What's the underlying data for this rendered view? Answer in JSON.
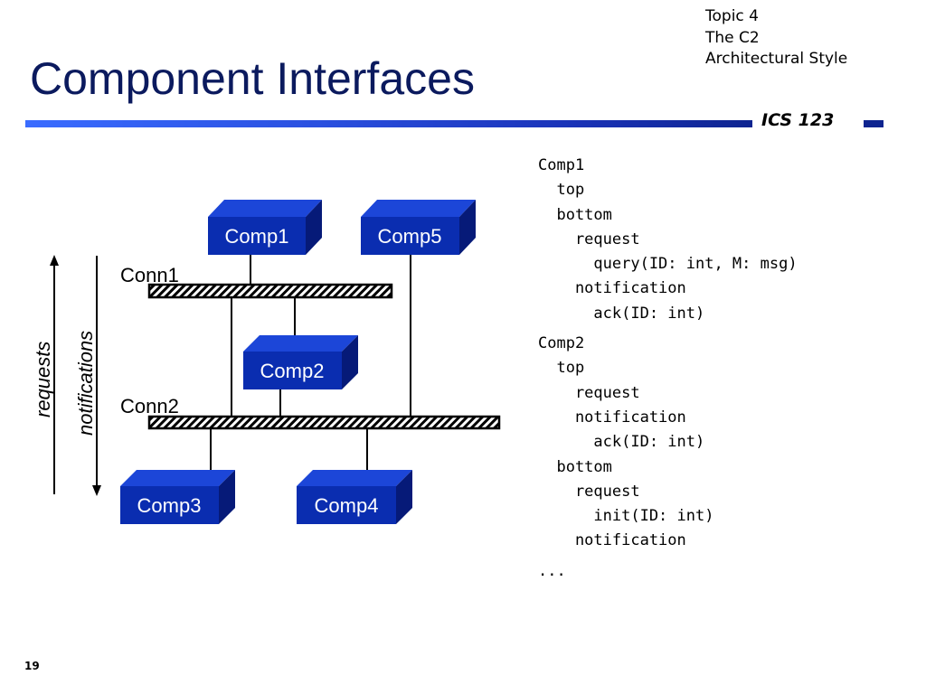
{
  "header": {
    "topic_lines": [
      "Topic 4",
      "The C2",
      "Architectural Style"
    ],
    "title": "Component Interfaces",
    "course": "ICS 123"
  },
  "diagram": {
    "components": [
      "Comp1",
      "Comp5",
      "Comp2",
      "Comp3",
      "Comp4"
    ],
    "connectors": [
      "Conn1",
      "Conn2"
    ],
    "arrow_labels": {
      "up": "requests",
      "down": "notifications"
    }
  },
  "code": {
    "blocks": [
      [
        "Comp1",
        "  top",
        "  bottom",
        "    request",
        "      query(ID: int, M: msg)",
        "    notification",
        "      ack(ID: int)"
      ],
      [
        "Comp2",
        "  top",
        "    request",
        "    notification",
        "      ack(ID: int)",
        "  bottom",
        "    request",
        "      init(ID: int)",
        "    notification"
      ],
      [
        "..."
      ]
    ]
  },
  "footer": {
    "page_number": "19"
  },
  "colors": {
    "title": "#0b1a5e",
    "component_front": "#0a2db0",
    "component_top": "#1c46d8",
    "component_side": "#061a78",
    "accent_rule": "#1a33b8"
  }
}
